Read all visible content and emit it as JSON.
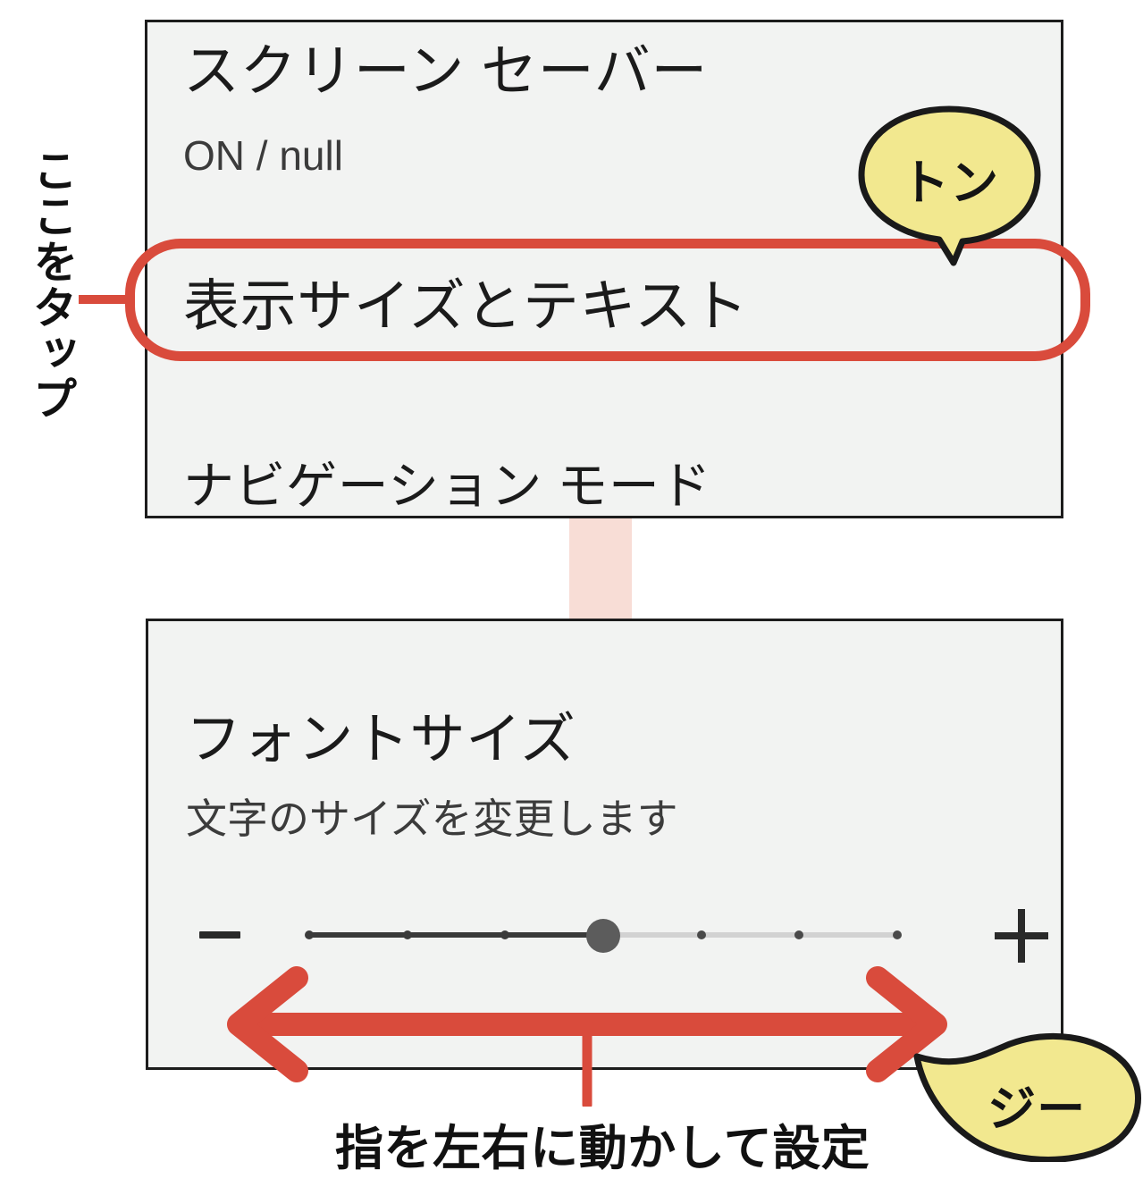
{
  "colors": {
    "accent_red": "#d94b3c",
    "bubble_yellow": "#f2e88f",
    "bubble_outline": "#1a1a1a",
    "panel_bg": "#f2f3f2",
    "panel_border": "#1d1d1d",
    "connector_pink": "#f8ddd6",
    "slider_track_active": "#3a3a3a",
    "slider_track_inactive": "#d2d2d2",
    "slider_thumb": "#5c5c5c"
  },
  "annotations": {
    "tap_here": "ここをタップ",
    "drag_caption": "指を左右に動かして設定",
    "bubble_tap": "トン",
    "bubble_drag": "ジー"
  },
  "settings_panel": {
    "rows": [
      {
        "title": "スクリーン セーバー",
        "subtitle": "ON / null",
        "highlighted": false
      },
      {
        "title": "表示サイズとテキスト",
        "subtitle": "",
        "highlighted": true
      },
      {
        "title": "ナビゲーション モード",
        "subtitle": "",
        "highlighted": false
      }
    ]
  },
  "font_size_panel": {
    "title": "フォントサイズ",
    "description": "文字のサイズを変更します",
    "slider": {
      "decrease_icon": "minus-icon",
      "increase_icon": "plus-icon",
      "tick_count": 7,
      "min": 1,
      "max": 7,
      "value": 4
    }
  }
}
